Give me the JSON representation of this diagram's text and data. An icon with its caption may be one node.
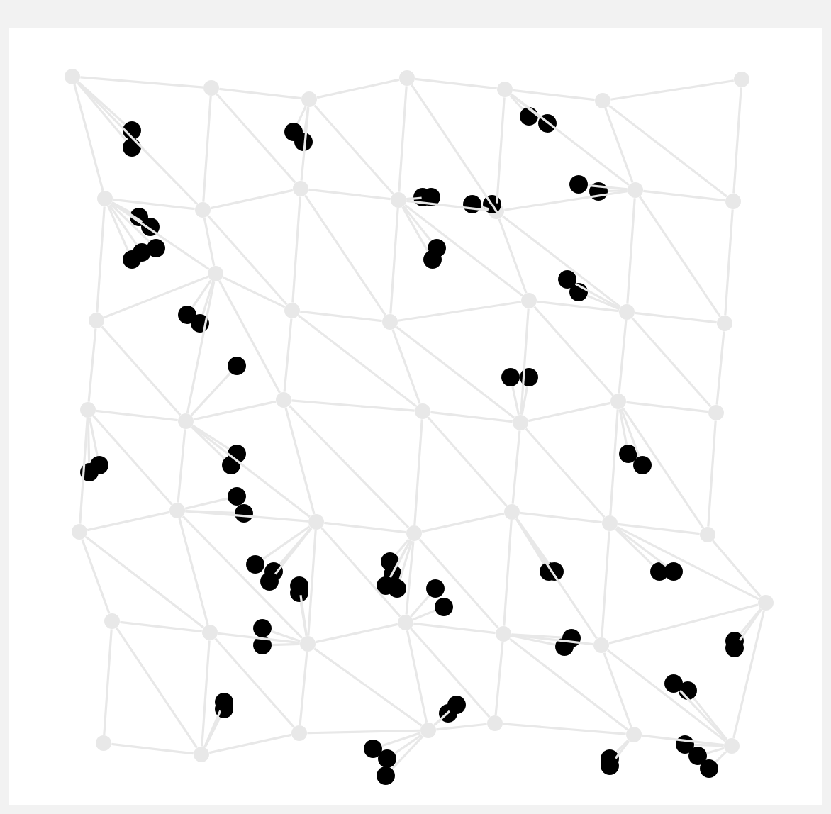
{
  "diagram": {
    "nodes": [
      {
        "text": [],
        "shape": "circle"
      },
      {
        "text": [],
        "shape": "circle"
      },
      {
        "text": [],
        "shape": "circle"
      },
      {
        "text": [],
        "shape": "circle"
      },
      {
        "text": [],
        "shape": "circle"
      },
      {
        "text": [],
        "shape": "circle"
      },
      {
        "text": [],
        "shape": "circle"
      },
      {
        "text": [],
        "shape": "circle"
      },
      {
        "text": [],
        "shape": "circle"
      },
      {
        "text": [],
        "shape": "circle"
      },
      {
        "text": [],
        "shape": "circle"
      },
      {
        "text": [],
        "shape": "circle"
      },
      {
        "text": [],
        "shape": "circle"
      },
      {
        "text": [],
        "shape": "circle"
      },
      {
        "text": [],
        "shape": "circle"
      },
      {
        "text": [],
        "shape": "circle"
      },
      {
        "text": [],
        "shape": "circle"
      },
      {
        "text": [],
        "shape": "circle"
      },
      {
        "text": [],
        "shape": "circle"
      },
      {
        "text": [],
        "shape": "circle"
      },
      {
        "text": [],
        "shape": "circle"
      },
      {
        "text": [],
        "shape": "circle"
      },
      {
        "text": [],
        "shape": "circle"
      },
      {
        "text": [],
        "shape": "circle"
      },
      {
        "text": [],
        "shape": "circle"
      },
      {
        "text": [],
        "shape": "circle"
      },
      {
        "text": [],
        "shape": "circle"
      },
      {
        "text": [],
        "shape": "circle"
      },
      {
        "text": [],
        "shape": "circle"
      },
      {
        "text": [],
        "shape": "circle"
      },
      {
        "text": [],
        "shape": "circle"
      },
      {
        "text": [],
        "shape": "circle"
      },
      {
        "text": [],
        "shape": "circle"
      },
      {
        "text": [],
        "shape": "circle"
      },
      {
        "text": [],
        "shape": "circle"
      },
      {
        "text": [],
        "shape": "circle"
      },
      {
        "text": [],
        "shape": "circle"
      },
      {
        "text": [],
        "shape": "circle"
      },
      {
        "text": [],
        "shape": "circle"
      },
      {
        "text": [],
        "shape": "circle"
      },
      {
        "text": [],
        "shape": "circle"
      },
      {
        "text": [],
        "shape": "circle"
      },
      {
        "text": [],
        "shape": "circle"
      },
      {
        "text": [],
        "shape": "circle"
      },
      {
        "text": [],
        "shape": "circle"
      },
      {
        "text": [],
        "shape": "circle"
      },
      {
        "text": [],
        "shape": "circle"
      },
      {
        "text": [],
        "shape": "circle"
      },
      {
        "text": [],
        "shape": "circle"
      },
      {
        "text": [],
        "shape": "circle"
      },
      {
        "text": [],
        "shape": "circle"
      },
      {
        "text": [],
        "shape": "circle"
      },
      {
        "text": [],
        "shape": "circle"
      },
      {
        "text": [],
        "shape": "circle"
      },
      {
        "text": [],
        "shape": "circle"
      },
      {
        "text": [],
        "shape": "circle"
      },
      {
        "text": [],
        "shape": "circle"
      },
      {
        "text": [],
        "shape": "circle"
      },
      {
        "text": [],
        "shape": "circle"
      },
      {
        "text": [],
        "shape": "circle"
      },
      {
        "text": [],
        "shape": "circle"
      },
      {
        "text": [],
        "shape": "circle"
      },
      {
        "text": [],
        "shape": "circle"
      },
      {
        "text": [],
        "shape": "circle"
      },
      {
        "text": [],
        "shape": "circle"
      },
      {
        "text": [],
        "shape": "circle"
      },
      {
        "text": [],
        "shape": "circle"
      },
      {
        "text": [],
        "shape": "circle"
      },
      {
        "text": [],
        "shape": "circle"
      },
      {
        "text": [],
        "shape": "circle"
      },
      {
        "text": [],
        "shape": "circle"
      },
      {
        "text": [],
        "shape": "circle"
      },
      {
        "text": [],
        "shape": "circle"
      },
      {
        "text": [],
        "shape": "circle"
      },
      {
        "text": [],
        "shape": "circle"
      },
      {
        "text": [],
        "shape": "circle"
      },
      {
        "text": [],
        "shape": "circle"
      },
      {
        "text": [],
        "shape": "circle"
      },
      {
        "text": [],
        "shape": "circle"
      },
      {
        "text": [],
        "shape": "circle"
      },
      {
        "text": [],
        "shape": "circle"
      },
      {
        "text": [],
        "shape": "circle"
      },
      {
        "text": [],
        "shape": "circle"
      },
      {
        "text": [],
        "shape": "circle"
      },
      {
        "text": [],
        "shape": "circle"
      },
      {
        "text": [],
        "shape": "circle"
      },
      {
        "text": [],
        "shape": "circle"
      },
      {
        "text": [],
        "shape": "circle"
      },
      {
        "text": [],
        "shape": "circle"
      },
      {
        "text": [],
        "shape": "circle"
      },
      {
        "text": [],
        "shape": "circle"
      },
      {
        "text": [],
        "shape": "circle"
      },
      {
        "text": [],
        "shape": "circle"
      },
      {
        "text": [],
        "shape": "circle"
      },
      {
        "text": [],
        "shape": "circle"
      },
      {
        "text": [],
        "shape": "circle"
      },
      {
        "text": [],
        "shape": "circle"
      },
      {
        "text": [],
        "shape": "circle"
      },
      {
        "text": [],
        "shape": "circle"
      },
      {
        "text": [],
        "shape": "circle"
      },
      {
        "text": [],
        "shape": "circle"
      },
      {
        "text": [],
        "shape": "circle"
      },
      {
        "text": [],
        "shape": "circle"
      },
      {
        "text": [],
        "shape": "circle"
      },
      {
        "text": [],
        "shape": "circle"
      },
      {
        "text": [],
        "shape": "circle"
      },
      {
        "text": [],
        "shape": "circle"
      },
      {
        "text": [],
        "shape": "circle"
      },
      {
        "text": [],
        "shape": "circle"
      },
      {
        "text": [],
        "shape": "circle"
      },
      {
        "text": [],
        "shape": "circle"
      },
      {
        "text": [],
        "shape": "circle"
      },
      {
        "text": [],
        "shape": "circle"
      },
      {
        "text": [],
        "shape": "circle"
      },
      {
        "text": [],
        "shape": "circle"
      },
      {
        "text": [],
        "shape": "circle"
      },
      {
        "text": [],
        "shape": "circle"
      },
      {
        "text": [],
        "shape": "circle"
      }
    ],
    "edges": [
      {
        "from": 0,
        "to": 1,
        "arrow": "none"
      },
      {
        "from": 1,
        "to": 2,
        "arrow": "none"
      },
      {
        "from": 2,
        "to": 3,
        "arrow": "none"
      },
      {
        "from": 3,
        "to": 4,
        "arrow": "none"
      },
      {
        "from": 4,
        "to": 5,
        "arrow": "none"
      },
      {
        "from": 5,
        "to": 6,
        "arrow": "none"
      },
      {
        "from": 7,
        "to": 8,
        "arrow": "none"
      },
      {
        "from": 8,
        "to": 9,
        "arrow": "none"
      },
      {
        "from": 9,
        "to": 10,
        "arrow": "none"
      },
      {
        "from": 10,
        "to": 11,
        "arrow": "none"
      },
      {
        "from": 11,
        "to": 12,
        "arrow": "none"
      },
      {
        "from": 12,
        "to": 13,
        "arrow": "none"
      },
      {
        "from": 14,
        "to": 15,
        "arrow": "none"
      },
      {
        "from": 15,
        "to": 16,
        "arrow": "none"
      },
      {
        "from": 16,
        "to": 17,
        "arrow": "none"
      },
      {
        "from": 17,
        "to": 18,
        "arrow": "none"
      },
      {
        "from": 18,
        "to": 19,
        "arrow": "none"
      },
      {
        "from": 19,
        "to": 20,
        "arrow": "none"
      },
      {
        "from": 21,
        "to": 22,
        "arrow": "none"
      },
      {
        "from": 22,
        "to": 23,
        "arrow": "none"
      },
      {
        "from": 23,
        "to": 24,
        "arrow": "none"
      },
      {
        "from": 24,
        "to": 25,
        "arrow": "none"
      },
      {
        "from": 25,
        "to": 26,
        "arrow": "none"
      },
      {
        "from": 26,
        "to": 27,
        "arrow": "none"
      },
      {
        "from": 28,
        "to": 29,
        "arrow": "none"
      },
      {
        "from": 29,
        "to": 30,
        "arrow": "none"
      },
      {
        "from": 30,
        "to": 31,
        "arrow": "none"
      },
      {
        "from": 31,
        "to": 32,
        "arrow": "none"
      },
      {
        "from": 32,
        "to": 33,
        "arrow": "none"
      },
      {
        "from": 33,
        "to": 34,
        "arrow": "none"
      },
      {
        "from": 35,
        "to": 36,
        "arrow": "none"
      },
      {
        "from": 36,
        "to": 37,
        "arrow": "none"
      },
      {
        "from": 37,
        "to": 38,
        "arrow": "none"
      },
      {
        "from": 38,
        "to": 39,
        "arrow": "none"
      },
      {
        "from": 39,
        "to": 40,
        "arrow": "none"
      },
      {
        "from": 40,
        "to": 41,
        "arrow": "none"
      },
      {
        "from": 42,
        "to": 43,
        "arrow": "none"
      },
      {
        "from": 43,
        "to": 44,
        "arrow": "none"
      },
      {
        "from": 44,
        "to": 45,
        "arrow": "none"
      },
      {
        "from": 45,
        "to": 46,
        "arrow": "none"
      },
      {
        "from": 46,
        "to": 47,
        "arrow": "none"
      },
      {
        "from": 47,
        "to": 48,
        "arrow": "none"
      },
      {
        "from": 0,
        "to": 7,
        "arrow": "none"
      },
      {
        "from": 1,
        "to": 8,
        "arrow": "none"
      },
      {
        "from": 2,
        "to": 9,
        "arrow": "none"
      },
      {
        "from": 3,
        "to": 10,
        "arrow": "none"
      },
      {
        "from": 4,
        "to": 11,
        "arrow": "none"
      },
      {
        "from": 5,
        "to": 12,
        "arrow": "none"
      },
      {
        "from": 6,
        "to": 13,
        "arrow": "none"
      },
      {
        "from": 7,
        "to": 14,
        "arrow": "none"
      },
      {
        "from": 8,
        "to": 15,
        "arrow": "none"
      },
      {
        "from": 9,
        "to": 16,
        "arrow": "none"
      },
      {
        "from": 10,
        "to": 17,
        "arrow": "none"
      },
      {
        "from": 11,
        "to": 18,
        "arrow": "none"
      },
      {
        "from": 12,
        "to": 19,
        "arrow": "none"
      },
      {
        "from": 13,
        "to": 20,
        "arrow": "none"
      },
      {
        "from": 14,
        "to": 21,
        "arrow": "none"
      },
      {
        "from": 15,
        "to": 22,
        "arrow": "none"
      },
      {
        "from": 16,
        "to": 23,
        "arrow": "none"
      },
      {
        "from": 17,
        "to": 24,
        "arrow": "none"
      },
      {
        "from": 18,
        "to": 25,
        "arrow": "none"
      },
      {
        "from": 19,
        "to": 26,
        "arrow": "none"
      },
      {
        "from": 20,
        "to": 27,
        "arrow": "none"
      },
      {
        "from": 21,
        "to": 28,
        "arrow": "none"
      },
      {
        "from": 22,
        "to": 29,
        "arrow": "none"
      },
      {
        "from": 23,
        "to": 30,
        "arrow": "none"
      },
      {
        "from": 24,
        "to": 31,
        "arrow": "none"
      },
      {
        "from": 25,
        "to": 32,
        "arrow": "none"
      },
      {
        "from": 26,
        "to": 33,
        "arrow": "none"
      },
      {
        "from": 27,
        "to": 34,
        "arrow": "none"
      },
      {
        "from": 28,
        "to": 35,
        "arrow": "none"
      },
      {
        "from": 29,
        "to": 36,
        "arrow": "none"
      },
      {
        "from": 30,
        "to": 37,
        "arrow": "none"
      },
      {
        "from": 31,
        "to": 38,
        "arrow": "none"
      },
      {
        "from": 32,
        "to": 39,
        "arrow": "none"
      },
      {
        "from": 33,
        "to": 40,
        "arrow": "none"
      },
      {
        "from": 34,
        "to": 41,
        "arrow": "none"
      },
      {
        "from": 35,
        "to": 42,
        "arrow": "none"
      },
      {
        "from": 36,
        "to": 43,
        "arrow": "none"
      },
      {
        "from": 37,
        "to": 44,
        "arrow": "none"
      },
      {
        "from": 38,
        "to": 45,
        "arrow": "none"
      },
      {
        "from": 39,
        "to": 46,
        "arrow": "none"
      },
      {
        "from": 40,
        "to": 47,
        "arrow": "none"
      },
      {
        "from": 41,
        "to": 48,
        "arrow": "none"
      },
      {
        "from": 0,
        "to": 8,
        "arrow": "none"
      },
      {
        "from": 1,
        "to": 9,
        "arrow": "none"
      },
      {
        "from": 2,
        "to": 10,
        "arrow": "none"
      },
      {
        "from": 3,
        "to": 11,
        "arrow": "none"
      },
      {
        "from": 4,
        "to": 12,
        "arrow": "none"
      },
      {
        "from": 5,
        "to": 13,
        "arrow": "none"
      },
      {
        "from": 7,
        "to": 15,
        "arrow": "none"
      },
      {
        "from": 8,
        "to": 16,
        "arrow": "none"
      },
      {
        "from": 9,
        "to": 17,
        "arrow": "none"
      },
      {
        "from": 10,
        "to": 18,
        "arrow": "none"
      },
      {
        "from": 11,
        "to": 19,
        "arrow": "none"
      },
      {
        "from": 12,
        "to": 20,
        "arrow": "none"
      },
      {
        "from": 14,
        "to": 22,
        "arrow": "none"
      },
      {
        "from": 15,
        "to": 23,
        "arrow": "none"
      },
      {
        "from": 16,
        "to": 24,
        "arrow": "none"
      },
      {
        "from": 17,
        "to": 25,
        "arrow": "none"
      },
      {
        "from": 18,
        "to": 26,
        "arrow": "none"
      },
      {
        "from": 19,
        "to": 27,
        "arrow": "none"
      },
      {
        "from": 21,
        "to": 29,
        "arrow": "none"
      },
      {
        "from": 22,
        "to": 30,
        "arrow": "none"
      },
      {
        "from": 23,
        "to": 31,
        "arrow": "none"
      },
      {
        "from": 24,
        "to": 32,
        "arrow": "none"
      },
      {
        "from": 25,
        "to": 33,
        "arrow": "none"
      },
      {
        "from": 26,
        "to": 34,
        "arrow": "none"
      },
      {
        "from": 28,
        "to": 36,
        "arrow": "none"
      },
      {
        "from": 29,
        "to": 37,
        "arrow": "none"
      },
      {
        "from": 30,
        "to": 38,
        "arrow": "none"
      },
      {
        "from": 31,
        "to": 39,
        "arrow": "none"
      },
      {
        "from": 32,
        "to": 40,
        "arrow": "none"
      },
      {
        "from": 33,
        "to": 41,
        "arrow": "none"
      },
      {
        "from": 35,
        "to": 43,
        "arrow": "none"
      },
      {
        "from": 36,
        "to": 44,
        "arrow": "none"
      },
      {
        "from": 37,
        "to": 45,
        "arrow": "none"
      },
      {
        "from": 38,
        "to": 46,
        "arrow": "none"
      },
      {
        "from": 39,
        "to": 47,
        "arrow": "none"
      },
      {
        "from": 40,
        "to": 48,
        "arrow": "none"
      },
      {
        "from": 49,
        "to": 0,
        "arrow": "none"
      },
      {
        "from": 50,
        "to": 0,
        "arrow": "none"
      },
      {
        "from": 51,
        "to": 2,
        "arrow": "none"
      },
      {
        "from": 52,
        "to": 2,
        "arrow": "none"
      },
      {
        "from": 53,
        "to": 4,
        "arrow": "none"
      },
      {
        "from": 54,
        "to": 4,
        "arrow": "none"
      },
      {
        "from": 55,
        "to": 7,
        "arrow": "none"
      },
      {
        "from": 56,
        "to": 7,
        "arrow": "none"
      },
      {
        "from": 57,
        "to": 7,
        "arrow": "none"
      },
      {
        "from": 58,
        "to": 7,
        "arrow": "none"
      },
      {
        "from": 59,
        "to": 7,
        "arrow": "none"
      },
      {
        "from": 60,
        "to": 10,
        "arrow": "none"
      },
      {
        "from": 61,
        "to": 10,
        "arrow": "none"
      },
      {
        "from": 62,
        "to": 11,
        "arrow": "none"
      },
      {
        "from": 63,
        "to": 11,
        "arrow": "none"
      },
      {
        "from": 64,
        "to": 12,
        "arrow": "none"
      },
      {
        "from": 65,
        "to": 12,
        "arrow": "none"
      },
      {
        "from": 66,
        "to": 10,
        "arrow": "none"
      },
      {
        "from": 67,
        "to": 10,
        "arrow": "none"
      },
      {
        "from": 68,
        "to": 19,
        "arrow": "none"
      },
      {
        "from": 69,
        "to": 19,
        "arrow": "none"
      },
      {
        "from": 70,
        "to": 15,
        "arrow": "none"
      },
      {
        "from": 71,
        "to": 15,
        "arrow": "none"
      },
      {
        "from": 72,
        "to": 22,
        "arrow": "none"
      },
      {
        "from": 73,
        "to": 25,
        "arrow": "none"
      },
      {
        "from": 74,
        "to": 25,
        "arrow": "none"
      },
      {
        "from": 75,
        "to": 21,
        "arrow": "none"
      },
      {
        "from": 76,
        "to": 21,
        "arrow": "none"
      },
      {
        "from": 77,
        "to": 22,
        "arrow": "none"
      },
      {
        "from": 78,
        "to": 22,
        "arrow": "none"
      },
      {
        "from": 79,
        "to": 26,
        "arrow": "none"
      },
      {
        "from": 80,
        "to": 26,
        "arrow": "none"
      },
      {
        "from": 81,
        "to": 29,
        "arrow": "none"
      },
      {
        "from": 82,
        "to": 29,
        "arrow": "none"
      },
      {
        "from": 83,
        "to": 30,
        "arrow": "none"
      },
      {
        "from": 84,
        "to": 30,
        "arrow": "none"
      },
      {
        "from": 85,
        "to": 30,
        "arrow": "none"
      },
      {
        "from": 86,
        "to": 37,
        "arrow": "none"
      },
      {
        "from": 87,
        "to": 37,
        "arrow": "none"
      },
      {
        "from": 88,
        "to": 31,
        "arrow": "none"
      },
      {
        "from": 89,
        "to": 31,
        "arrow": "none"
      },
      {
        "from": 90,
        "to": 31,
        "arrow": "none"
      },
      {
        "from": 91,
        "to": 31,
        "arrow": "none"
      },
      {
        "from": 92,
        "to": 38,
        "arrow": "none"
      },
      {
        "from": 93,
        "to": 38,
        "arrow": "none"
      },
      {
        "from": 94,
        "to": 32,
        "arrow": "none"
      },
      {
        "from": 95,
        "to": 32,
        "arrow": "none"
      },
      {
        "from": 96,
        "to": 33,
        "arrow": "none"
      },
      {
        "from": 97,
        "to": 33,
        "arrow": "none"
      },
      {
        "from": 98,
        "to": 37,
        "arrow": "none"
      },
      {
        "from": 99,
        "to": 37,
        "arrow": "none"
      },
      {
        "from": 100,
        "to": 39,
        "arrow": "none"
      },
      {
        "from": 101,
        "to": 39,
        "arrow": "none"
      },
      {
        "from": 102,
        "to": 41,
        "arrow": "none"
      },
      {
        "from": 103,
        "to": 41,
        "arrow": "none"
      },
      {
        "from": 104,
        "to": 43,
        "arrow": "none"
      },
      {
        "from": 105,
        "to": 43,
        "arrow": "none"
      },
      {
        "from": 106,
        "to": 45,
        "arrow": "none"
      },
      {
        "from": 107,
        "to": 45,
        "arrow": "none"
      },
      {
        "from": 108,
        "to": 48,
        "arrow": "none"
      },
      {
        "from": 109,
        "to": 48,
        "arrow": "none"
      },
      {
        "from": 110,
        "to": 45,
        "arrow": "none"
      },
      {
        "from": 111,
        "to": 45,
        "arrow": "none"
      },
      {
        "from": 112,
        "to": 45,
        "arrow": "none"
      },
      {
        "from": 113,
        "to": 47,
        "arrow": "none"
      },
      {
        "from": 114,
        "to": 47,
        "arrow": "none"
      },
      {
        "from": 115,
        "to": 48,
        "arrow": "none"
      },
      {
        "from": 116,
        "to": 48,
        "arrow": "none"
      },
      {
        "from": 117,
        "to": 48,
        "arrow": "none"
      }
    ]
  }
}
